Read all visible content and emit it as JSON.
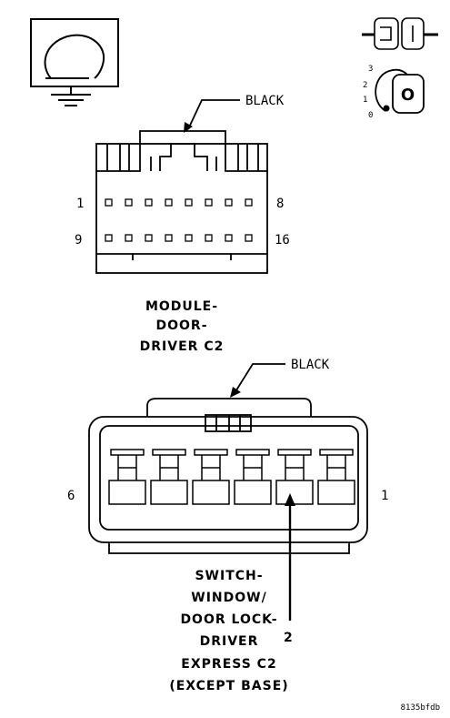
{
  "connector_top": {
    "color_label": "BLACK",
    "pin_start_row1": "1",
    "pin_end_row1": "8",
    "pin_start_row2": "9",
    "pin_end_row2": "16",
    "name_lines": [
      "MODULE-",
      "DOOR-",
      "DRIVER C2"
    ]
  },
  "connector_bottom": {
    "color_label": "BLACK",
    "pin_left": "6",
    "pin_right": "1",
    "wire_pin": "2",
    "name_lines": [
      "SWITCH-",
      "WINDOW/",
      "DOOR LOCK-",
      "DRIVER",
      "EXPRESS C2",
      "(EXCEPT BASE)"
    ]
  },
  "ignition_positions": [
    "3",
    "2",
    "1",
    "0"
  ],
  "ignition_key_letter": "O",
  "figure_code": "8135bfdb",
  "icons": [
    "ground-icon",
    "fuse-connector-icon",
    "ignition-switch-icon"
  ]
}
